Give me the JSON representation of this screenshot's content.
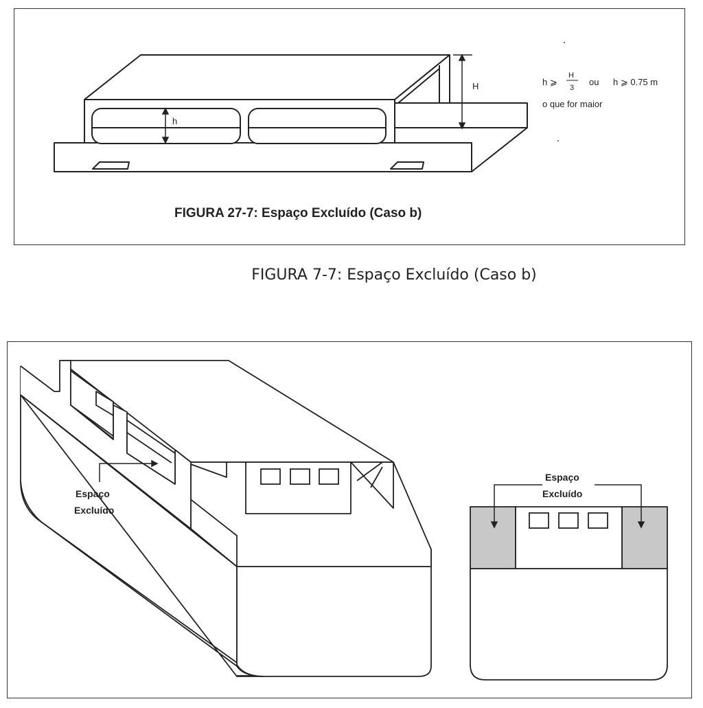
{
  "figure_top": {
    "caption": "FIGURA 27-7: Espaço Excluído (Caso b)",
    "label_h": "h",
    "label_H": "H",
    "formula": {
      "lhs": "h ⩾",
      "frac_num": "H",
      "frac_den": "3",
      "mid": "ou",
      "rhs": "h ⩾ 0.75 m",
      "line2": "o que for maior"
    }
  },
  "outer_caption": "FIGURA 7-7: Espaço Excluído (Caso b)",
  "figure_bottom": {
    "left_label_line1": "Espaço",
    "left_label_line2": "Excluído",
    "right_label_line1": "Espaço",
    "right_label_line2": "Excluído",
    "shade_color": "#c8c8c8"
  }
}
